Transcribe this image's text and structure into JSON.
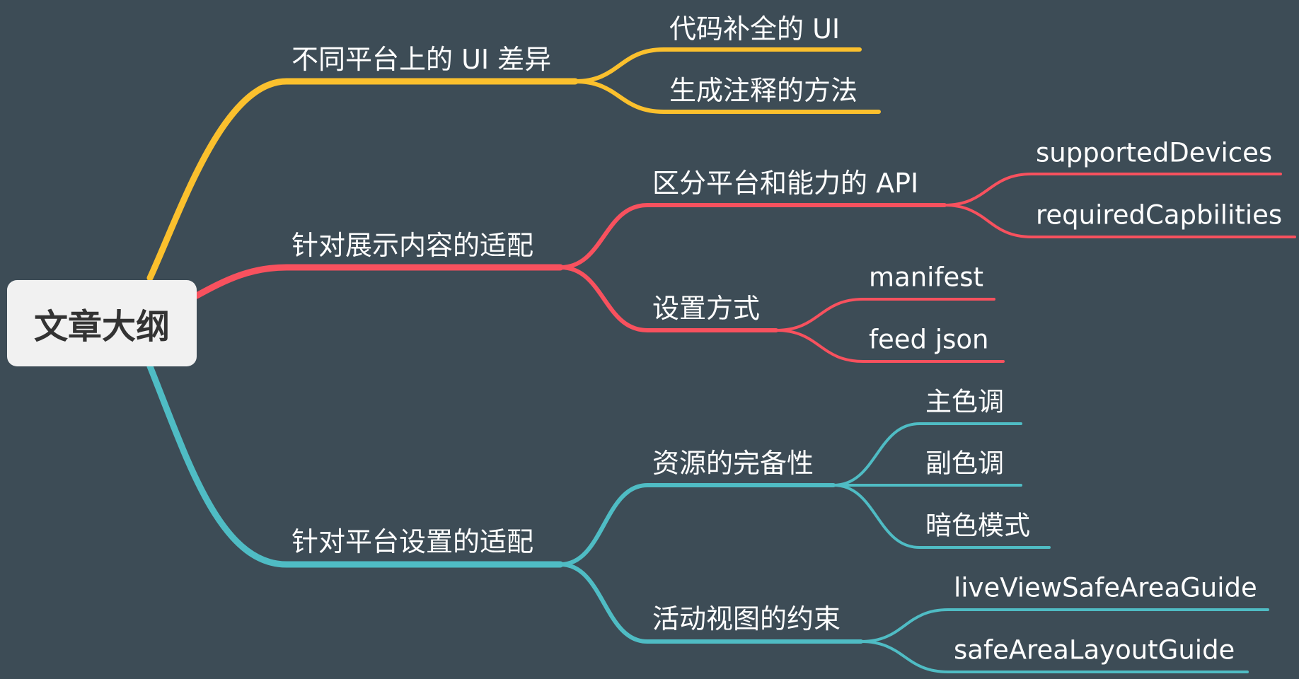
{
  "colors": {
    "background": "#3d4c56",
    "yellow": "#fbc02d",
    "red": "#f8515e",
    "teal": "#4fbcc4"
  },
  "root": {
    "label": "文章大纲"
  },
  "branches": [
    {
      "label": "不同平台上的 UI 差异",
      "color": "yellow",
      "children": [
        {
          "label": "代码补全的 UI",
          "children": []
        },
        {
          "label": "生成注释的方法",
          "children": []
        }
      ]
    },
    {
      "label": "针对展示内容的适配",
      "color": "red",
      "children": [
        {
          "label": "区分平台和能力的 API",
          "children": [
            {
              "label": "supportedDevices"
            },
            {
              "label": "requiredCapbilities"
            }
          ]
        },
        {
          "label": "设置方式",
          "children": [
            {
              "label": "manifest"
            },
            {
              "label": "feed json"
            }
          ]
        }
      ]
    },
    {
      "label": "针对平台设置的适配",
      "color": "teal",
      "children": [
        {
          "label": "资源的完备性",
          "children": [
            {
              "label": "主色调"
            },
            {
              "label": "副色调"
            },
            {
              "label": "暗色模式"
            }
          ]
        },
        {
          "label": "活动视图的约束",
          "children": [
            {
              "label": "liveViewSafeAreaGuide"
            },
            {
              "label": "safeAreaLayoutGuide"
            }
          ]
        }
      ]
    }
  ]
}
